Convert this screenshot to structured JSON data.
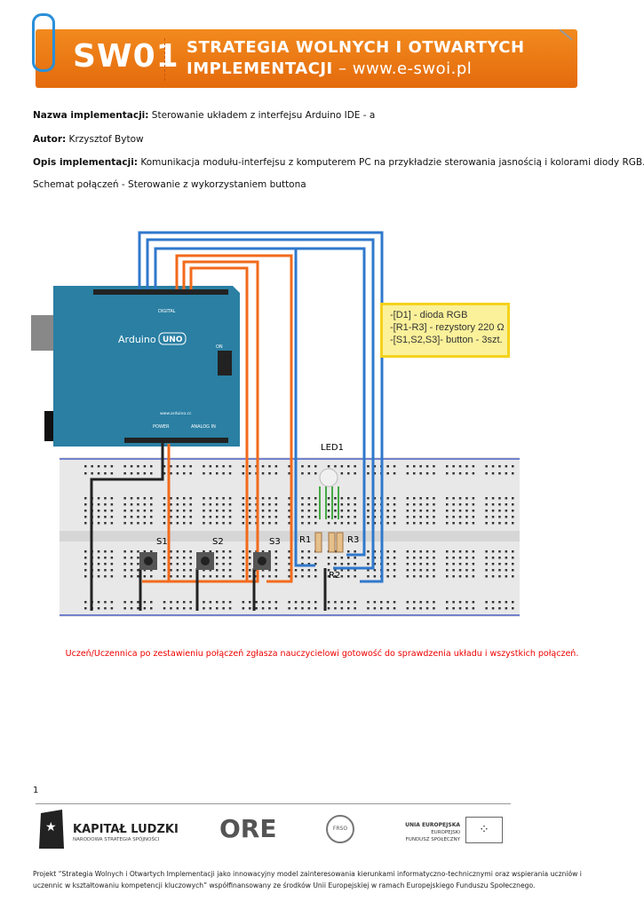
{
  "header": {
    "logo": "SW01",
    "title_line1": "STRATEGIA WOLNYCH I OTWARTYCH",
    "title_line2": "IMPLEMENTACJI",
    "dash": " – ",
    "url": "www.e-swoi.pl"
  },
  "doc": {
    "name_label": "Nazwa implementacji:",
    "name_value": " Sterowanie układem z interfejsu Arduino IDE - a",
    "author_label": "Autor:",
    "author_value": " Krzysztof Bytow",
    "desc_label": "Opis implementacji:",
    "desc_value": " Komunikacja modułu-interfejsu z komputerem PC na przykładzie sterowania jasnością i kolorami diody RGB.",
    "schema_title": "Schemat połączeń - Sterowanie z wykorzystaniem buttona"
  },
  "diagram": {
    "board_name": "Arduino",
    "board_model": "UNO",
    "digital": "DIGITAL",
    "power": "POWER",
    "analog": "ANALOG IN",
    "site": "www.arduino.cc",
    "on": "ON",
    "led": "LED1",
    "s1": "S1",
    "s2": "S2",
    "s3": "S3",
    "r1": "R1",
    "r2": "R2",
    "r3": "R3",
    "note": [
      "-[D1] -  dioda RGB",
      "-[R1-R3] - rezystory 220 Ω",
      "-[S1,S2,S3]- button - 3szt."
    ]
  },
  "notice": "Uczeń/Uczennica po zestawieniu połączeń zgłasza nauczycielowi gotowość do sprawdzenia układu i wszystkich połączeń.",
  "page_number": "1",
  "logos": {
    "kl_title": "KAPITAŁ LUDZKI",
    "kl_sub": "NARODOWA STRATEGIA SPÓJNOŚCI",
    "ore": "ORE",
    "frso": "FRSO",
    "ue_title": "UNIA EUROPEJSKA",
    "ue_l2": "EUROPEJSKI",
    "ue_l3": "FUNDUSZ SPOŁECZNY"
  },
  "footer": "Projekt “Strategia Wolnych i Otwartych Implementacji jako innowacyjny model zainteresowania kierunkami informatyczno-technicznymi oraz wspierania uczniów i uczennic w kształtowaniu kompetencji kluczowych” współfinansowany ze środków Unii Europejskiej w ramach Europejskiego Funduszu Społecznego.",
  "colors": {
    "orange": "#e97512",
    "wire_blue": "#2f78cc",
    "wire_orange": "#f26a1b",
    "board": "#2a7fa3"
  }
}
